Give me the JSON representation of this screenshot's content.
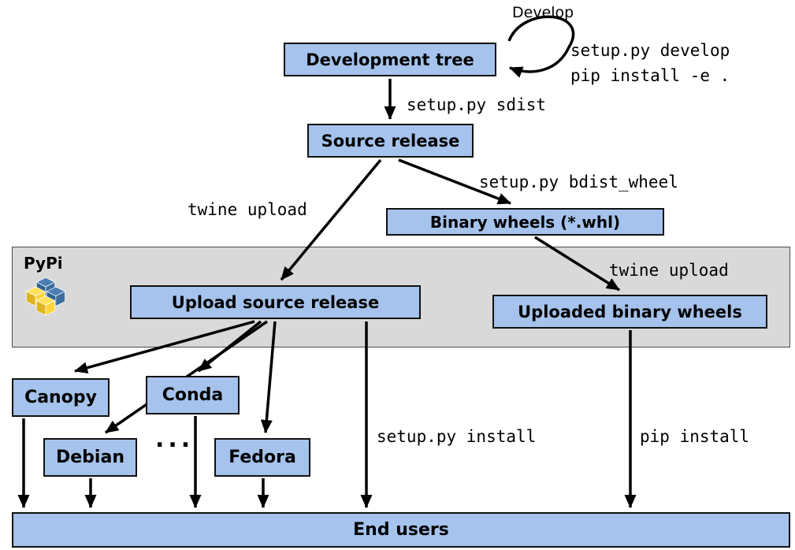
{
  "nodes": {
    "development_tree": {
      "label": "Development tree"
    },
    "source_release": {
      "label": "Source release"
    },
    "binary_wheels": {
      "label": "Binary wheels (*.whl)"
    },
    "upload_source_release": {
      "label": "Upload source release"
    },
    "uploaded_binary_wheels": {
      "label": "Uploaded binary wheels"
    },
    "canopy": {
      "label": "Canopy"
    },
    "conda": {
      "label": "Conda"
    },
    "debian": {
      "label": "Debian"
    },
    "fedora": {
      "label": "Fedora"
    },
    "end_users": {
      "label": "End users"
    }
  },
  "band": {
    "label": "PyPi"
  },
  "edge_labels": {
    "develop": "Develop",
    "setup_py_develop": "setup.py develop",
    "pip_install_editable": "pip install -e .",
    "setup_py_sdist": "setup.py sdist",
    "twine_upload_source": "twine upload",
    "setup_py_bdist_wheel": "setup.py bdist_wheel",
    "twine_upload_wheels": "twine upload",
    "setup_py_install": "setup.py install",
    "pip_install": "pip install",
    "more_distros_ellipsis": "..."
  },
  "colors": {
    "node_fill": "#a5c3ec",
    "node_border": "#111111",
    "band_fill": "#d9d9d9",
    "arrow": "#000000",
    "pypi_blue": "#3b6e9e",
    "pypi_yellow": "#ffd43b"
  }
}
